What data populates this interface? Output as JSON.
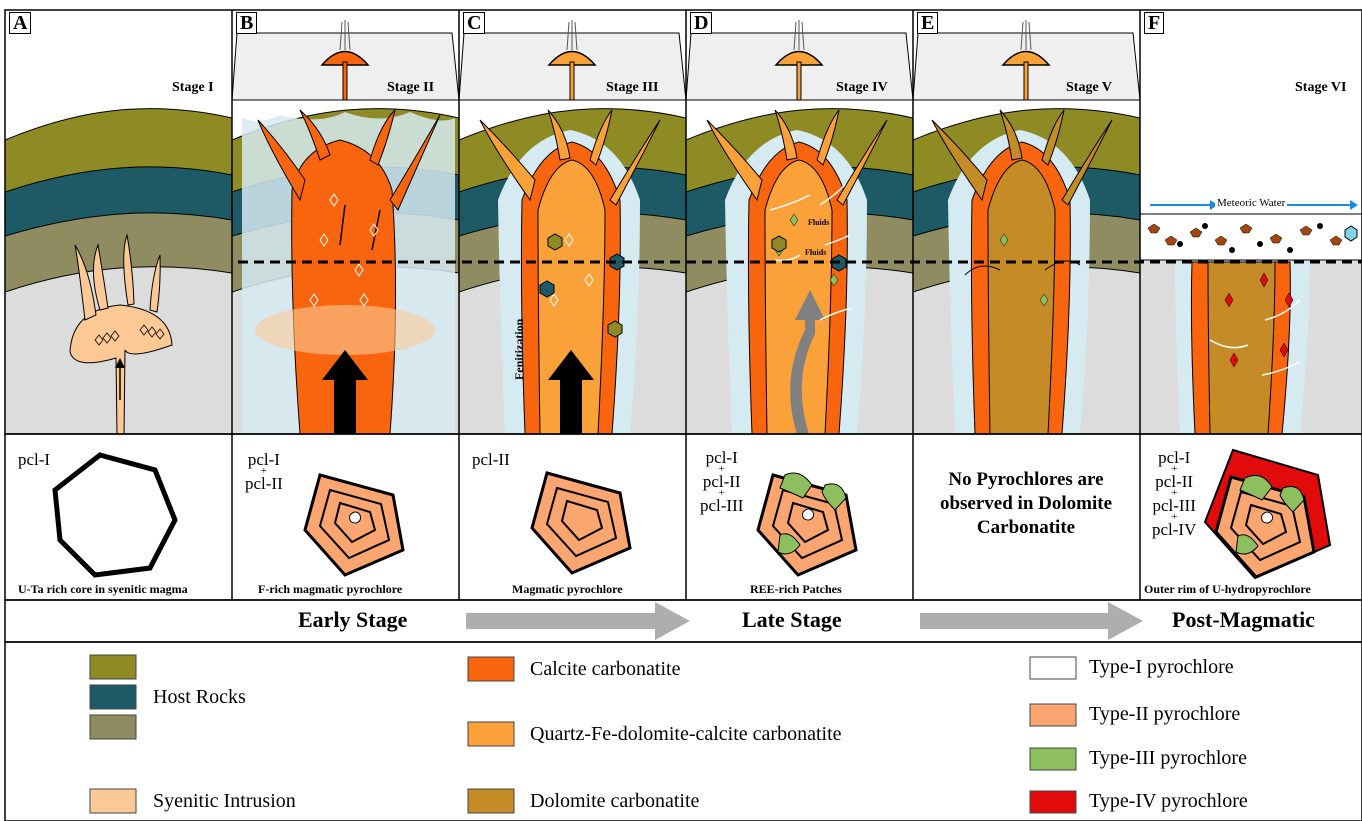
{
  "panels": [
    {
      "letter": "A",
      "stage": "Stage I",
      "pcl": [
        "pcl-I"
      ],
      "caption": "U-Ta rich core in syenitic magma"
    },
    {
      "letter": "B",
      "stage": "Stage II",
      "pcl": [
        "pcl-I",
        "pcl-II"
      ],
      "caption": "F-rich magmatic pyrochlore"
    },
    {
      "letter": "C",
      "stage": "Stage III",
      "pcl": [
        "pcl-II"
      ],
      "caption": "Magmatic pyrochlore"
    },
    {
      "letter": "D",
      "stage": "Stage IV",
      "pcl": [
        "pcl-I",
        "pcl-II",
        "pcl-III"
      ],
      "caption": "REE-rich Patches"
    },
    {
      "letter": "E",
      "stage": "Stage V",
      "pcl": [],
      "caption": ""
    },
    {
      "letter": "F",
      "stage": "Stage VI",
      "pcl": [
        "pcl-I",
        "pcl-II",
        "pcl-III",
        "pcl-IV"
      ],
      "caption": "Outer rim of U-hydropyrochlore"
    }
  ],
  "plus_sign": "+",
  "annotations": {
    "fenitization": "Fenitization",
    "fluids": "Fluids",
    "meteoric_water": "Meteoric Water",
    "no_pyrochlore": "No Pyrochlores are observed in Dolomite Carbonatite"
  },
  "phases": {
    "early": "Early Stage",
    "late": "Late Stage",
    "post": "Post-Magmatic"
  },
  "legend": {
    "host_rocks": "Host Rocks",
    "syenitic": "Syenitic Intrusion",
    "calcite": "Calcite carbonatite",
    "quartz": "Quartz-Fe-dolomite-calcite carbonatite",
    "dolomite": "Dolomite carbonatite",
    "type1": "Type-I pyrochlore",
    "type2": "Type-II pyrochlore",
    "type3": "Type-III pyrochlore",
    "type4": "Type-IV pyrochlore"
  },
  "colors": {
    "host_olive": "#8e8a24",
    "host_teal": "#1e5a66",
    "host_khaki": "#8f8c62",
    "host_grey": "#dcdcdc",
    "water": "#d6eaf2",
    "syenite": "#fcc994",
    "calcite": "#f9650f",
    "quartz_fe": "#fba13a",
    "dolomite": "#c58b26",
    "type1": "#ffffff",
    "type2": "#fba570",
    "type3": "#8dbf5f",
    "type4": "#e10b0b",
    "arrow_grey": "#aeaeae",
    "meteoric": "#1a8ae0"
  }
}
